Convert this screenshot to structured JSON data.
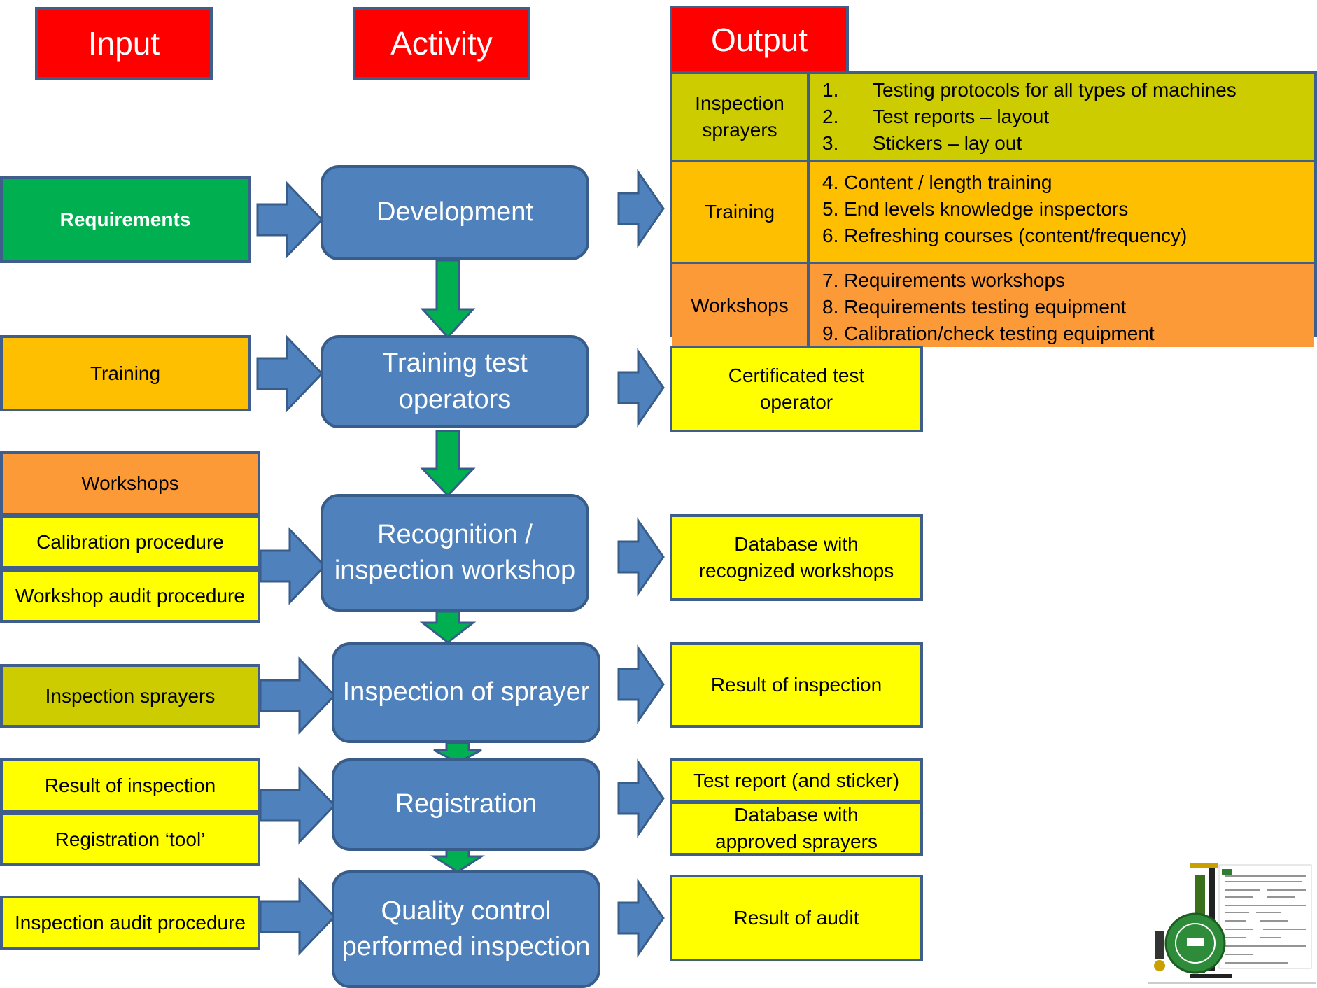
{
  "headers": {
    "input": "Input",
    "activity": "Activity",
    "output": "Output"
  },
  "inputs": {
    "requirements": "Requirements",
    "training": "Training",
    "workshops": "Workshops",
    "calibration_procedure": "Calibration procedure",
    "workshop_audit_procedure": "Workshop audit procedure",
    "inspection_sprayers": "Inspection sprayers",
    "result_of_inspection": "Result of inspection",
    "registration_tool": "Registration ‘tool’",
    "inspection_audit_procedure": "Inspection audit procedure"
  },
  "activities": {
    "development": "Development",
    "training_test_operators": "Training test operators",
    "recognition": "Recognition / inspection workshop",
    "inspection_of_sprayer": "Inspection of sprayer",
    "registration": "Registration",
    "quality_control": "Quality control performed inspection"
  },
  "output_table": {
    "rows": [
      {
        "category": "Inspection sprayers",
        "items": [
          {
            "num": "1.",
            "text": "Testing protocols for all types of machines"
          },
          {
            "num": "2.",
            "text": "Test reports – layout"
          },
          {
            "num": "3.",
            "text": "Stickers – lay out"
          }
        ]
      },
      {
        "category": "Training",
        "items": [
          {
            "text": "4. Content / length training"
          },
          {
            "text": "5. End levels knowledge inspectors"
          },
          {
            "text": "6. Refreshing courses (content/frequency)"
          }
        ]
      },
      {
        "category": "Workshops",
        "items": [
          {
            "text": "7. Requirements workshops"
          },
          {
            "text": "8. Requirements testing equipment"
          },
          {
            "text": "9. Calibration/check testing equipment"
          }
        ]
      }
    ]
  },
  "outputs": {
    "certificated_test_operator": "Certificated test operator",
    "database_recognized_workshops": "Database with recognized workshops",
    "result_of_inspection": "Result of inspection",
    "test_report_sticker": "Test report (and sticker)",
    "database_approved_sprayers": "Database with approved sprayers",
    "result_of_audit": "Result of audit"
  },
  "colors": {
    "header_red": "#ff0000",
    "activity_blue": "#4f81bd",
    "flow_green": "#00b050",
    "output_yellow": "#ffff00",
    "workshops_orange": "#fd9a38",
    "training_amber": "#fdbf00",
    "inspection_olive": "#cccc00"
  },
  "icons": {
    "arrow_right": "block-arrow-right-icon",
    "arrow_down": "block-arrow-down-icon",
    "logo": "inspection-logo-picture"
  }
}
